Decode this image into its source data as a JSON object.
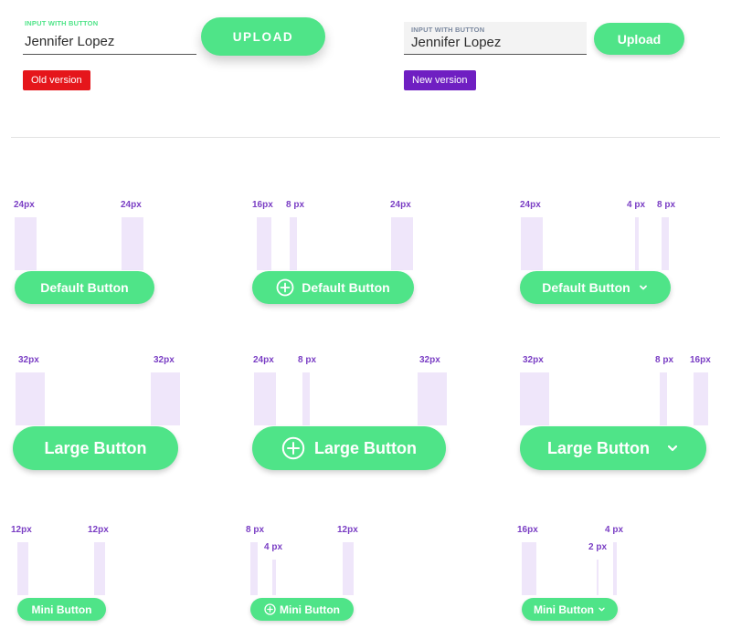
{
  "old_version": {
    "input_label": "INPUT WITH BUTTON",
    "input_value": "Jennifer Lopez",
    "button_label": "UPLOAD",
    "tag": "Old version"
  },
  "new_version": {
    "input_label": "INPUT WITH BUTTON",
    "input_value": "Jennifer Lopez",
    "button_label": "Upload",
    "tag": "New version"
  },
  "colors": {
    "button_green": "#4fe488",
    "label_green": "#4fe488",
    "old_tag_red": "#e5161b",
    "new_tag_purple": "#6f1fc2",
    "spacing_purple": "#7a3ec4",
    "spacing_bar": "#efe6fa"
  },
  "icons": [
    "plus-circle-icon",
    "chevron-down-icon"
  ],
  "rows": [
    {
      "size": "default",
      "buttons": [
        {
          "label": "Default Button",
          "specs": [
            "24px",
            "24px"
          ]
        },
        {
          "label": "Default Button",
          "icon": "plus-circle-icon",
          "specs": [
            "16px",
            "8 px",
            "24px"
          ]
        },
        {
          "label": "Default Button",
          "icon": "chevron-down-icon",
          "specs": [
            "24px",
            "4 px",
            "8 px"
          ]
        }
      ]
    },
    {
      "size": "large",
      "buttons": [
        {
          "label": "Large Button",
          "specs": [
            "32px",
            "32px"
          ]
        },
        {
          "label": "Large Button",
          "icon": "plus-circle-icon",
          "specs": [
            "24px",
            "8 px",
            "32px"
          ]
        },
        {
          "label": "Large Button",
          "icon": "chevron-down-icon",
          "specs": [
            "32px",
            "8 px",
            "16px"
          ]
        }
      ]
    },
    {
      "size": "mini",
      "buttons": [
        {
          "label": "Mini Button",
          "specs": [
            "12px",
            "12px"
          ]
        },
        {
          "label": "Mini Button",
          "icon": "plus-circle-icon",
          "specs": [
            "8 px",
            "4 px",
            "12px"
          ]
        },
        {
          "label": "Mini Button",
          "icon": "chevron-down-icon",
          "specs": [
            "16px",
            "2 px",
            "4 px"
          ]
        }
      ]
    }
  ]
}
